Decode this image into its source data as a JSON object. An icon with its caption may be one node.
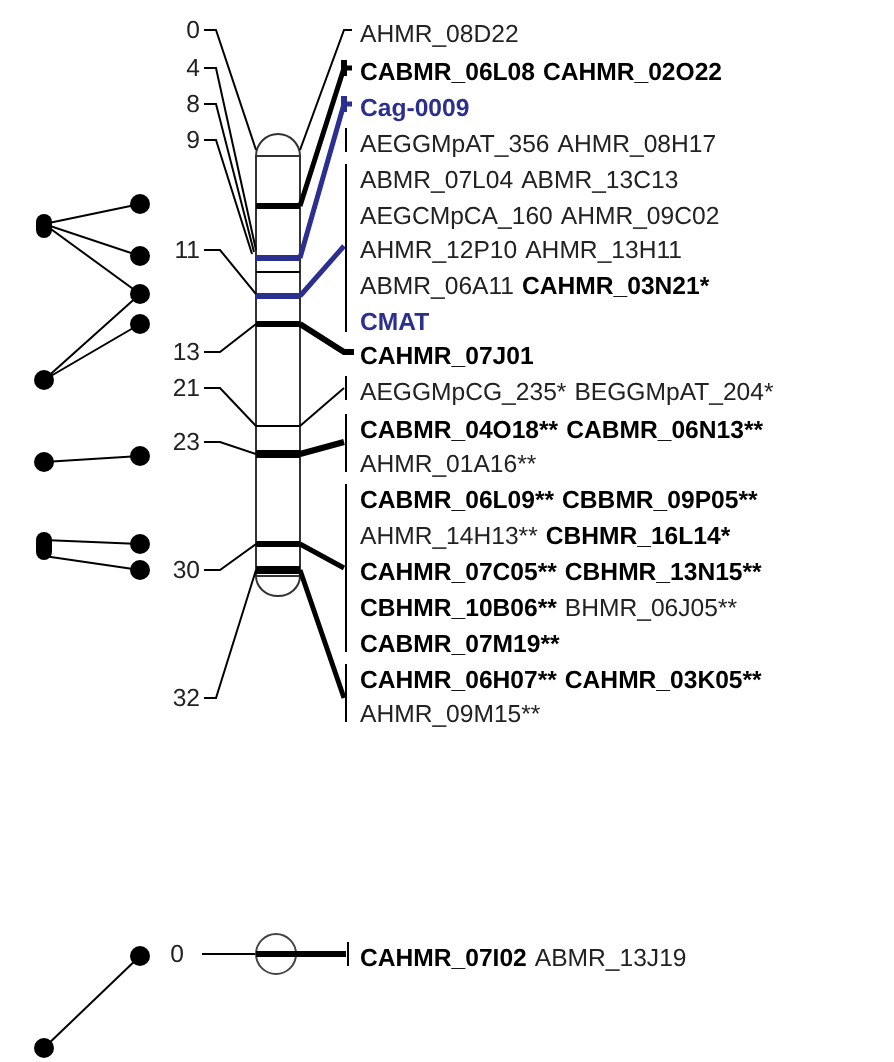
{
  "diagram": {
    "labels": [
      "0",
      "AHMR_08D22",
      "4",
      "CABMR_06L08",
      "CAHMR_02O22",
      "8",
      "Cag-0009",
      "9",
      "AEGGMpAT_356",
      "AHMR_08H17",
      "ABMR_07L04",
      "ABMR_13C13",
      "AEGCMpCA_160",
      "AHMR_09C02",
      "11",
      "AHMR_12P10",
      "AHMR_13H11",
      "ABMR_06A11",
      "CAHMR_03N21*",
      "CMAT",
      "13",
      "CAHMR_07J01",
      "21",
      "AEGGMpCG_235*",
      "BEGGMpAT_204*",
      "23",
      "CABMR_04O18**",
      "CABMR_06N13**",
      "AHMR_01A16**",
      "CABMR_06L09**",
      "CBBMR_09P05**",
      "AHMR_14H13**",
      "CBHMR_16L14*",
      "30",
      "CAHMR_07C05**",
      "CBHMR_13N15**",
      "CBHMR_10B06**",
      "BHMR_06J05**",
      "CABMR_07M19**",
      "32",
      "CAHMR_06H07**",
      "CAHMR_03K05**",
      "AHMR_09M15**",
      "0",
      "CAHMR_07I02",
      "ABMR_13J19"
    ]
  }
}
